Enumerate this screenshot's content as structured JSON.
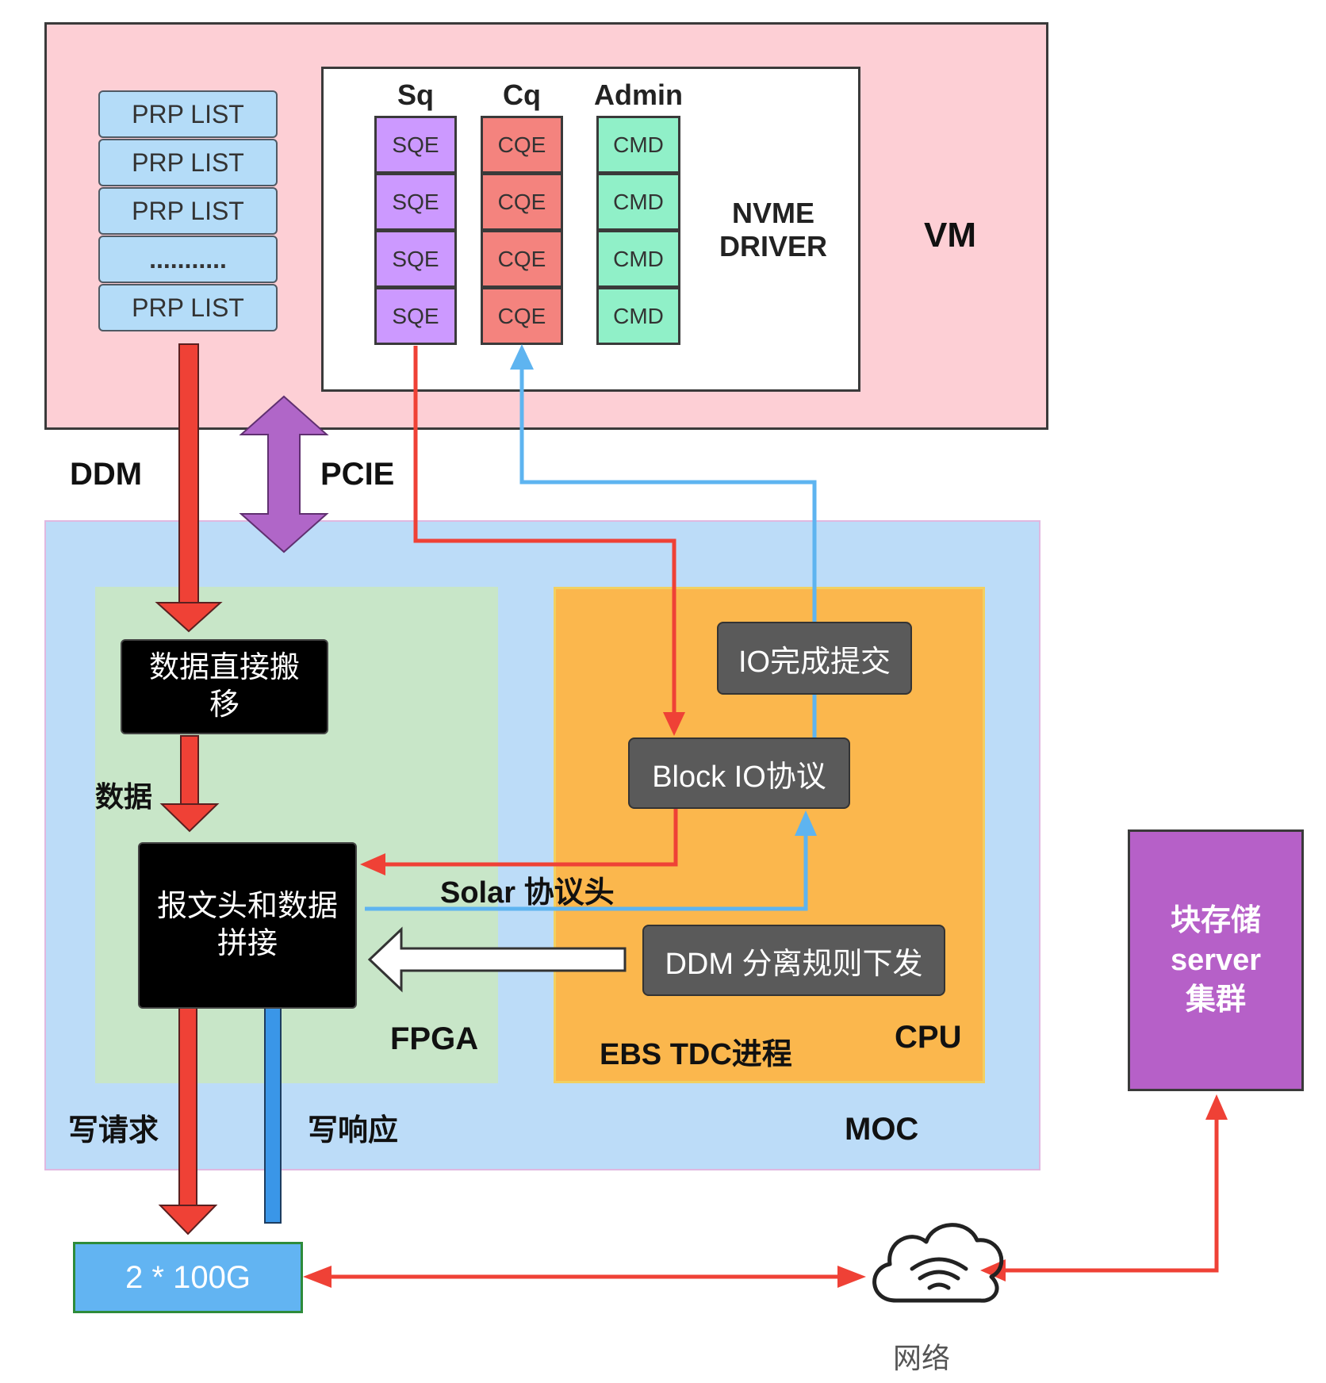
{
  "vm": {
    "label": "VM",
    "prp_list": [
      "PRP LIST",
      "PRP LIST",
      "PRP LIST",
      "...........",
      "PRP LIST"
    ],
    "nvme": {
      "label_line1": "NVME",
      "label_line2": "DRIVER",
      "columns": [
        {
          "header": "Sq",
          "cells": [
            "SQE",
            "SQE",
            "SQE",
            "SQE"
          ]
        },
        {
          "header": "Cq",
          "cells": [
            "CQE",
            "CQE",
            "CQE",
            "CQE"
          ]
        },
        {
          "header": "Admin",
          "cells": [
            "CMD",
            "CMD",
            "CMD",
            "CMD"
          ]
        }
      ]
    }
  },
  "links": {
    "ddm": "DDM",
    "pcie": "PCIE",
    "data": "数据",
    "solar_header": "Solar 协议头",
    "write_request": "写请求",
    "write_response": "写响应"
  },
  "moc": {
    "label": "MOC",
    "fpga": {
      "label": "FPGA",
      "data_move_line1": "数据直接搬",
      "data_move_line2": "移",
      "splice_line1": "报文头和数据",
      "splice_line2": "拼接"
    },
    "cpu": {
      "label": "CPU",
      "process": "EBS TDC进程",
      "io_complete": "IO完成提交",
      "block_io": "Block IO协议",
      "ddm_rule": "DDM 分离规则下发"
    }
  },
  "nic": "2 * 100G",
  "network": {
    "label": "网络",
    "icon": "cloud-wifi-icon"
  },
  "storage": {
    "line1": "块存储",
    "line2": "server",
    "line3": "集群"
  },
  "colors": {
    "vm_bg": "#fdcfd5",
    "moc_bg": "#bcdcf8",
    "fpga_bg": "#c8e6c8",
    "cpu_bg": "#fbb74d",
    "storage_bg": "#b660c8",
    "nic_bg": "#62b4f2",
    "red_flow": "#ef4136",
    "blue_flow": "#5eb4f0",
    "pcie": "#b066c8"
  }
}
